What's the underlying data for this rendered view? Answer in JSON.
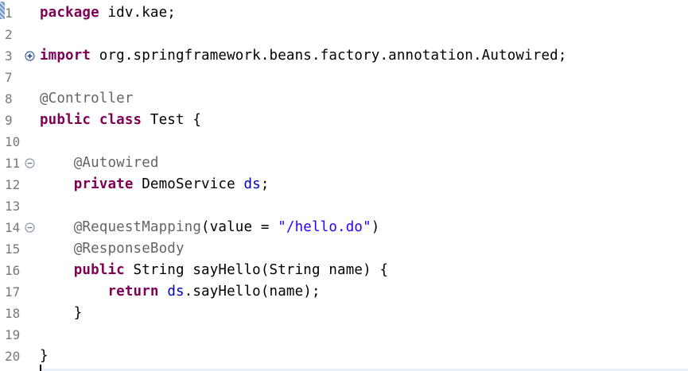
{
  "editor": {
    "lines": [
      {
        "number": "1",
        "fold": null,
        "tokens": [
          {
            "cls": "kw",
            "text": "package"
          },
          {
            "cls": "plain",
            "text": " idv.kae;"
          }
        ]
      },
      {
        "number": "2",
        "fold": null,
        "tokens": []
      },
      {
        "number": "3",
        "fold": "expand",
        "tokens": [
          {
            "cls": "kw",
            "text": "import"
          },
          {
            "cls": "plain",
            "text": " org.springframework.beans.factory.annotation.Autowired;"
          }
        ]
      },
      {
        "number": "7",
        "fold": null,
        "tokens": []
      },
      {
        "number": "8",
        "fold": null,
        "tokens": [
          {
            "cls": "ann",
            "text": "@Controller"
          }
        ]
      },
      {
        "number": "9",
        "fold": null,
        "tokens": [
          {
            "cls": "kw",
            "text": "public"
          },
          {
            "cls": "plain",
            "text": " "
          },
          {
            "cls": "kw",
            "text": "class"
          },
          {
            "cls": "plain",
            "text": " Test {"
          }
        ]
      },
      {
        "number": "10",
        "fold": null,
        "tokens": []
      },
      {
        "number": "11",
        "fold": "collapse",
        "tokens": [
          {
            "cls": "plain",
            "text": "    "
          },
          {
            "cls": "ann",
            "text": "@Autowired"
          }
        ]
      },
      {
        "number": "12",
        "fold": null,
        "tokens": [
          {
            "cls": "plain",
            "text": "    "
          },
          {
            "cls": "kw",
            "text": "private"
          },
          {
            "cls": "plain",
            "text": " DemoService "
          },
          {
            "cls": "field",
            "text": "ds"
          },
          {
            "cls": "plain",
            "text": ";"
          }
        ]
      },
      {
        "number": "13",
        "fold": null,
        "tokens": []
      },
      {
        "number": "14",
        "fold": "collapse",
        "tokens": [
          {
            "cls": "plain",
            "text": "    "
          },
          {
            "cls": "ann",
            "text": "@RequestMapping"
          },
          {
            "cls": "plain",
            "text": "(value = "
          },
          {
            "cls": "str",
            "text": "\"/hello.do\""
          },
          {
            "cls": "plain",
            "text": ")"
          }
        ]
      },
      {
        "number": "15",
        "fold": null,
        "tokens": [
          {
            "cls": "plain",
            "text": "    "
          },
          {
            "cls": "ann",
            "text": "@ResponseBody"
          }
        ]
      },
      {
        "number": "16",
        "fold": null,
        "tokens": [
          {
            "cls": "plain",
            "text": "    "
          },
          {
            "cls": "kw",
            "text": "public"
          },
          {
            "cls": "plain",
            "text": " String sayHello(String name) {"
          }
        ]
      },
      {
        "number": "17",
        "fold": null,
        "tokens": [
          {
            "cls": "plain",
            "text": "        "
          },
          {
            "cls": "kw",
            "text": "return"
          },
          {
            "cls": "plain",
            "text": " "
          },
          {
            "cls": "field",
            "text": "ds"
          },
          {
            "cls": "plain",
            "text": ".sayHello(name);"
          }
        ]
      },
      {
        "number": "18",
        "fold": null,
        "tokens": [
          {
            "cls": "plain",
            "text": "    }"
          }
        ]
      },
      {
        "number": "19",
        "fold": null,
        "tokens": []
      },
      {
        "number": "20",
        "fold": null,
        "tokens": [
          {
            "cls": "plain",
            "text": "}"
          }
        ]
      }
    ]
  },
  "colors": {
    "keyword": "#7f0055",
    "annotation": "#646464",
    "field": "#0000c0",
    "string": "#2a00ff",
    "line_number": "#787878",
    "background": "#ffffff"
  },
  "icons": {
    "expand": "fold-expand-icon",
    "collapse": "fold-collapse-icon"
  }
}
